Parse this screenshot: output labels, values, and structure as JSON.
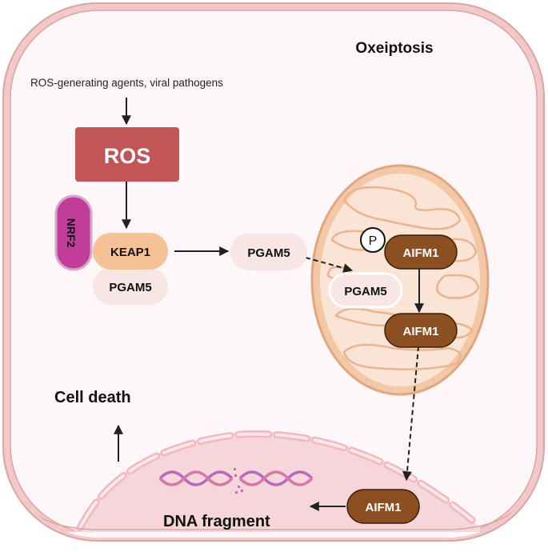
{
  "title": "Oxeiptosis",
  "trigger_text": "ROS-generating agents, viral pathogens",
  "nodes": {
    "ros": "ROS",
    "nrf2": "NRF2",
    "keap1": "KEAP1",
    "pgam5_bound": "PGAM5",
    "pgam5_free": "PGAM5",
    "pgam5_mito": "PGAM5",
    "phospho": "P",
    "aifm1_phos": "AIFM1",
    "aifm1_mito": "AIFM1",
    "aifm1_nucleus": "AIFM1"
  },
  "outcomes": {
    "cell_death": "Cell death",
    "dna_fragment": "DNA fragment"
  },
  "colors": {
    "cell_membrane": "#e8b4b0",
    "cytoplasm": "#fdf7f9",
    "ros": "#c25556",
    "nrf2": "#c23d99",
    "keap1": "#f5c195",
    "pgam5": "#f7e6e3",
    "aifm1": "#8b4f22",
    "mitochondrion": "#f6dcc6",
    "mito_outline": "#e0a67d",
    "nucleus": "#f6d6da",
    "dna_a": "#b868c4",
    "dna_b": "#d878a8"
  }
}
